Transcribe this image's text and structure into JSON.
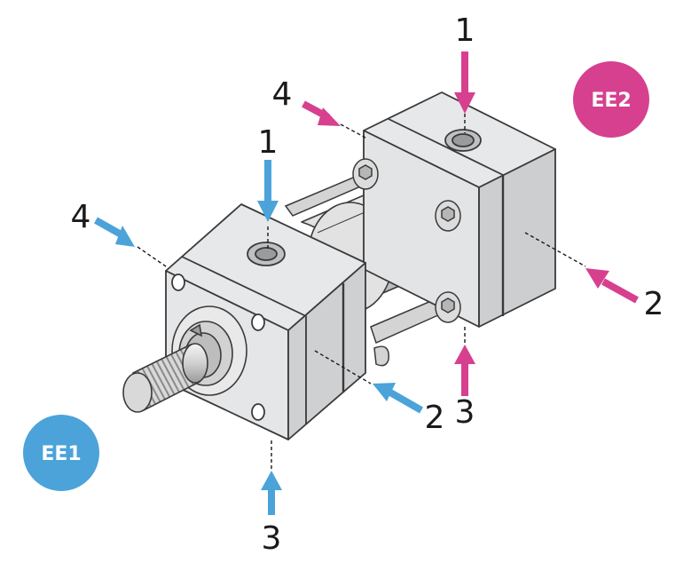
{
  "badges": {
    "ee1": {
      "label": "EE1",
      "color": "#4ba3d9"
    },
    "ee2": {
      "label": "EE2",
      "color": "#d6408f"
    }
  },
  "ports": {
    "ee1": {
      "p1": "1",
      "p2": "2",
      "p3": "3",
      "p4": "4"
    },
    "ee2": {
      "p1": "1",
      "p2": "2",
      "p3": "3",
      "p4": "4"
    }
  },
  "colors": {
    "ee1_arrow": "#4ba3d9",
    "ee2_arrow": "#d6408f",
    "body_light": "#e9eaeb",
    "body_mid": "#d8d9db",
    "body_dark": "#c7c8ca",
    "outline": "#3a3a3a"
  }
}
